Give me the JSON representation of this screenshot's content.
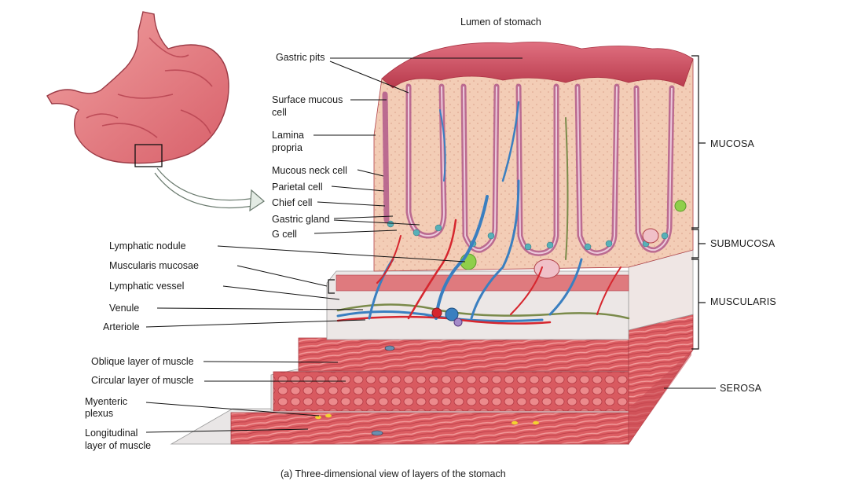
{
  "title": "Lumen of stomach",
  "caption": "(a) Three-dimensional view of layers of the stomach",
  "labels": {
    "gastric_pits": "Gastric pits",
    "surface_mucous_cell_1": "Surface mucous",
    "surface_mucous_cell_2": "cell",
    "lamina_propria_1": "Lamina",
    "lamina_propria_2": "propria",
    "mucous_neck_cell": "Mucous neck cell",
    "parietal_cell": "Parietal cell",
    "chief_cell": "Chief cell",
    "gastric_gland": "Gastric gland",
    "g_cell": "G cell",
    "lymphatic_nodule": "Lymphatic nodule",
    "muscularis_mucosae": "Muscularis mucosae",
    "lymphatic_vessel": "Lymphatic vessel",
    "venule": "Venule",
    "arteriole": "Arteriole",
    "oblique_layer": "Oblique layer of muscle",
    "circular_layer": "Circular layer of muscle",
    "myenteric_1": "Myenteric",
    "myenteric_2": "plexus",
    "longitudinal_1": "Longitudinal",
    "longitudinal_2": "layer of muscle"
  },
  "regions": {
    "mucosa": "MUCOSA",
    "submucosa": "SUBMUCOSA",
    "muscularis": "MUSCULARIS",
    "serosa": "SEROSA"
  },
  "colors": {
    "mucosa_surface": "#c84a5a",
    "lamina": "#f2c9b0",
    "epithelium": "#d99ab8",
    "muscle": "#d8555a",
    "muscle_light": "#e8878a",
    "submucosa": "#ece7e6",
    "vein": "#3a7fc0",
    "artery": "#d6262e",
    "nodule": "#8fcf4a",
    "leader": "#111111"
  }
}
